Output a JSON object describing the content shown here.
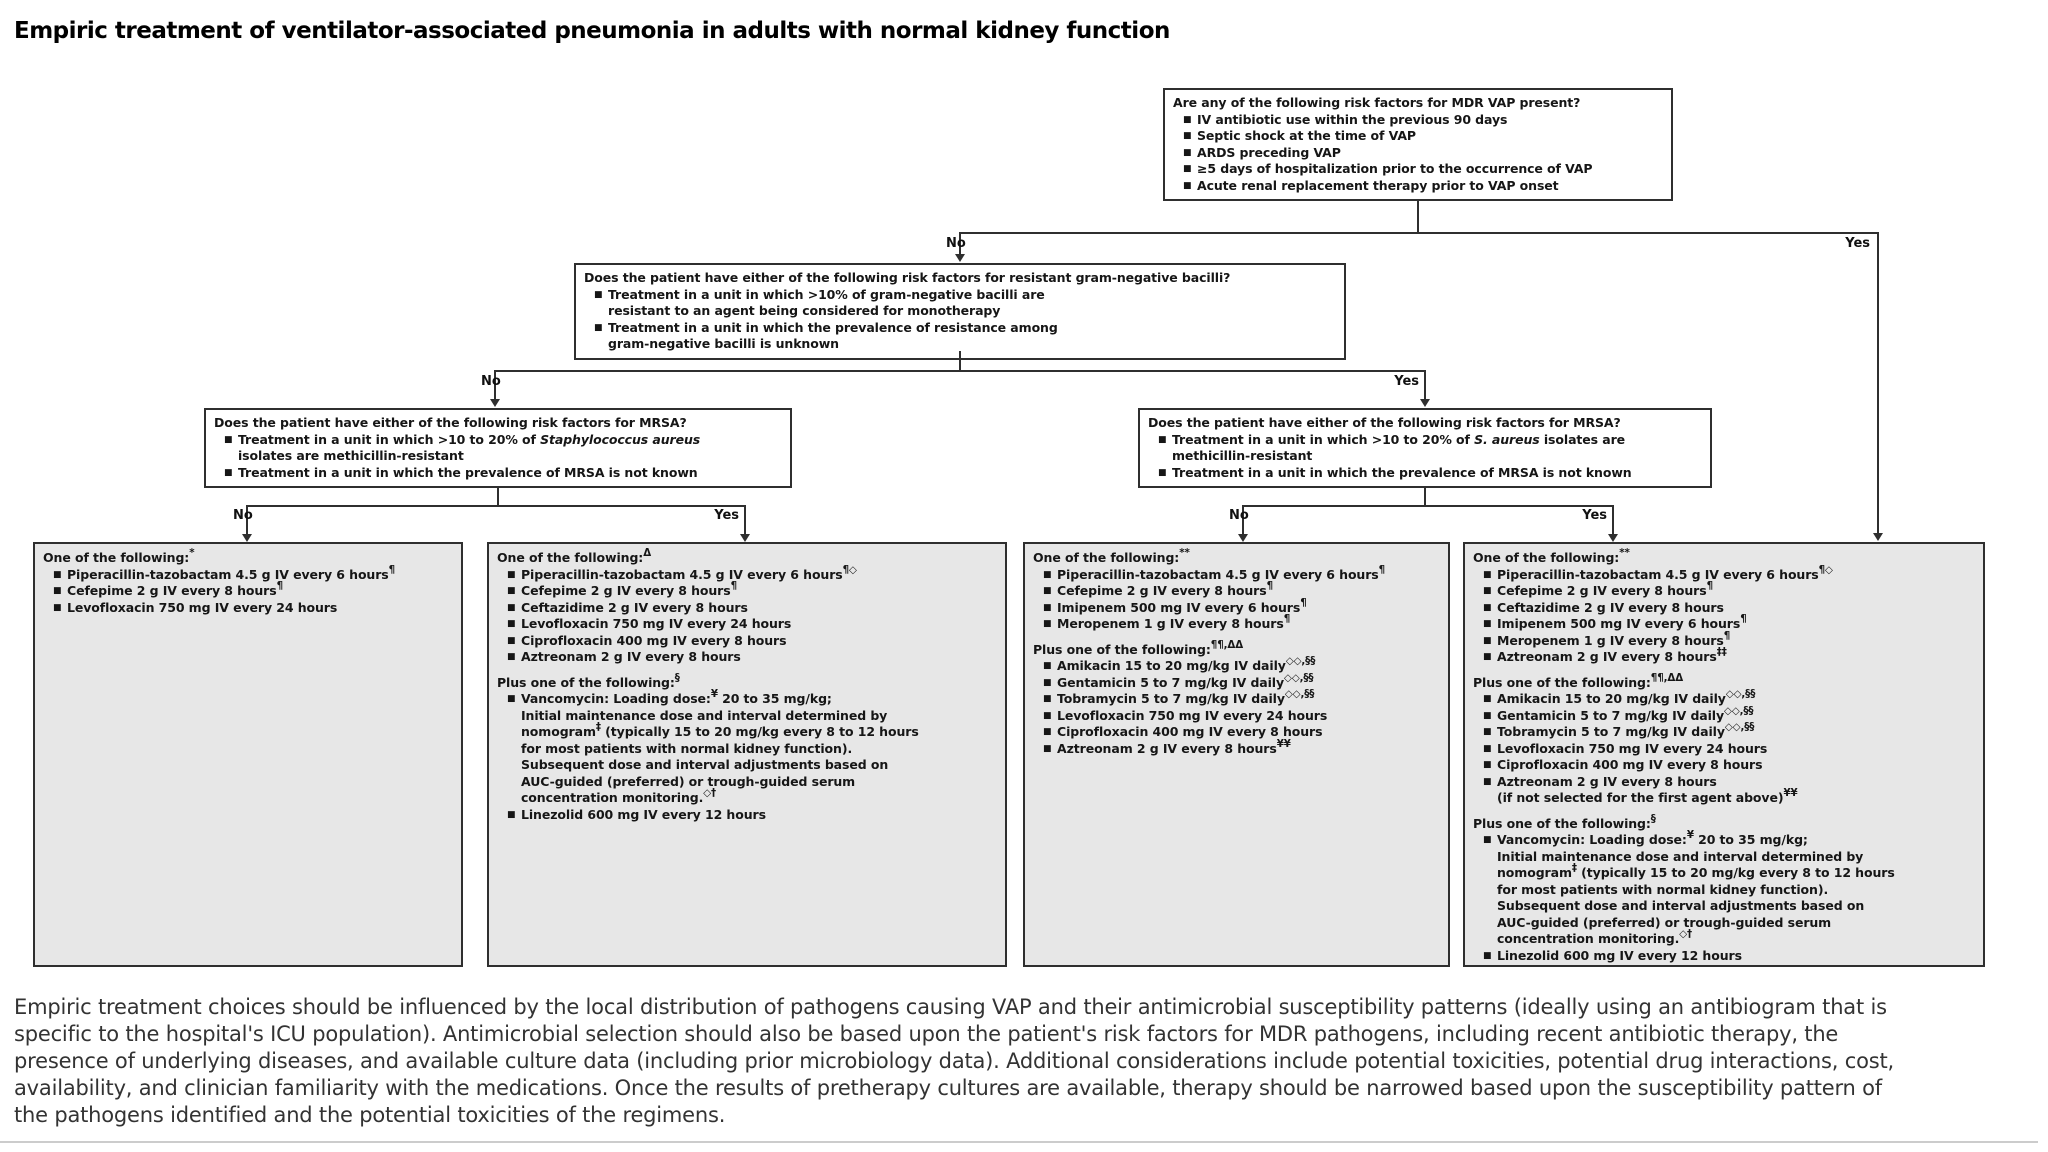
{
  "title": "Empiric treatment of ventilator-associated pneumonia in adults with normal kidney function",
  "labels": {
    "no": "No",
    "yes": "Yes"
  },
  "questions": {
    "mdr": {
      "q": "Are any of the following risk factors for MDR VAP present?",
      "items": [
        "IV antibiotic use within the previous 90 days",
        "Septic shock at the time of VAP",
        "ARDS preceding VAP",
        "≥5 days of hospitalization prior to the occurrence of VAP",
        "Acute renal replacement therapy prior to VAP onset"
      ]
    },
    "gnb": {
      "q": "Does the patient have either of the following risk factors for resistant gram-negative bacilli?",
      "items": [
        "Treatment in a unit in which >10% of gram-negative bacilli are\nresistant to an agent being considered for monotherapy",
        "Treatment in a unit in which the prevalence of resistance among\ngram-negative bacilli is unknown"
      ]
    },
    "mrsa_left": {
      "q": "Does the patient have either of the following risk factors for MRSA?",
      "items": [
        "Treatment in a unit in which >10 to 20% of _{Staphylococcus aureus}\nisolates are methicillin-resistant",
        "Treatment in a unit in which the prevalence of MRSA is not known"
      ]
    },
    "mrsa_right": {
      "q": "Does the patient have either of the following risk factors for MRSA?",
      "items": [
        "Treatment in a unit in which >10 to 20% of _{S. aureus} isolates are\nmethicillin-resistant",
        "Treatment in a unit in which the prevalence of MRSA is not known"
      ]
    }
  },
  "treatments": [
    {
      "sections": [
        {
          "header": "One of the following:^{*}",
          "items": [
            "Piperacillin-tazobactam 4.5 g IV every 6 hours^{¶}",
            "Cefepime 2 g IV every 8 hours^{¶}",
            "Levofloxacin 750 mg IV every 24 hours"
          ]
        }
      ]
    },
    {
      "sections": [
        {
          "header": "One of the following:^{Δ}",
          "items": [
            "Piperacillin-tazobactam 4.5 g IV every 6 hours^{¶◇}",
            "Cefepime 2 g IV every 8 hours^{¶}",
            "Ceftazidime 2 g IV every 8 hours",
            "Levofloxacin 750 mg IV every 24 hours",
            "Ciprofloxacin 400 mg IV every 8 hours",
            "Aztreonam 2 g IV every 8 hours"
          ]
        },
        {
          "header": "Plus one of the following:^{§}",
          "items": [
            "Vancomycin: Loading dose:^{¥} 20 to 35 mg/kg;\nInitial maintenance dose and interval determined by\nnomogram^{‡} (typically 15 to 20 mg/kg every 8 to 12 hours\nfor most patients with normal kidney function).\nSubsequent dose and interval adjustments based on\nAUC-guided (preferred) or trough-guided serum\nconcentration monitoring.^{◇†}",
            "Linezolid 600 mg IV every 12 hours"
          ]
        }
      ]
    },
    {
      "sections": [
        {
          "header": "One of the following:^{**}",
          "items": [
            "Piperacillin-tazobactam 4.5 g IV every 6 hours^{¶}",
            "Cefepime 2 g IV every 8 hours^{¶}",
            "Imipenem 500 mg IV every 6 hours^{¶}",
            "Meropenem 1 g IV every 8 hours^{¶}"
          ]
        },
        {
          "header": "Plus one of the following:^{¶¶,ΔΔ}",
          "items": [
            "Amikacin 15 to 20 mg/kg IV daily^{◇◇,§§}",
            "Gentamicin 5 to 7 mg/kg IV daily^{◇◇,§§}",
            "Tobramycin 5 to 7 mg/kg IV daily^{◇◇,§§}",
            "Levofloxacin 750 mg IV every 24 hours",
            "Ciprofloxacin 400 mg IV every 8 hours",
            "Aztreonam 2 g IV every 8 hours^{¥¥}"
          ]
        }
      ]
    },
    {
      "sections": [
        {
          "header": "One of the following:^{**}",
          "items": [
            "Piperacillin-tazobactam 4.5 g IV every 6 hours^{¶◇}",
            "Cefepime 2 g IV every 8 hours^{¶}",
            "Ceftazidime 2 g IV every 8 hours",
            "Imipenem 500 mg IV every 6 hours^{¶}",
            "Meropenem 1 g IV every 8 hours^{¶}",
            "Aztreonam 2 g IV every 8 hours^{‡‡}"
          ]
        },
        {
          "header": "Plus one of the following:^{¶¶,ΔΔ}",
          "items": [
            "Amikacin 15 to 20 mg/kg IV daily^{◇◇,§§}",
            "Gentamicin 5 to 7 mg/kg IV daily^{◇◇,§§}",
            "Tobramycin 5 to 7 mg/kg IV daily^{◇◇,§§}",
            "Levofloxacin 750 mg IV every 24 hours",
            "Ciprofloxacin 400 mg IV every 8 hours",
            "Aztreonam 2 g IV every 8 hours\n(if not selected for the first agent above)^{¥¥}"
          ]
        },
        {
          "header": "Plus one of the following:^{§}",
          "items": [
            "Vancomycin: Loading dose:^{¥} 20 to 35 mg/kg;\nInitial maintenance dose and interval determined by\nnomogram^{‡} (typically 15 to 20 mg/kg every 8 to 12 hours\nfor most patients with normal kidney function).\nSubsequent dose and interval adjustments based on\nAUC-guided (preferred) or trough-guided serum\nconcentration monitoring.^{◇†}",
            "Linezolid 600 mg IV every 12 hours"
          ]
        }
      ]
    }
  ],
  "footer": "Empiric treatment choices should be influenced by the local distribution of pathogens causing VAP and their antimicrobial susceptibility patterns (ideally using an antibiogram that is specific to the hospital's ICU population). Antimicrobial selection should also be based upon the patient's risk factors for MDR pathogens, including recent antibiotic therapy, the presence of underlying diseases, and available culture data (including prior microbiology data). Additional considerations include potential toxicities, potential drug interactions, cost, availability, and clinician familiarity with the medications. Once the results of pretherapy cultures are available, therapy should be narrowed based upon the susceptibility pattern of the pathogens identified and the potential toxicities of the regimens.",
  "colors": {
    "box_border": "#2f2f2f",
    "treatment_fill": "#e7e7e7",
    "question_fill": "#ffffff",
    "text": "#161616",
    "footer_text": "#333333",
    "divider": "#cccccc"
  }
}
